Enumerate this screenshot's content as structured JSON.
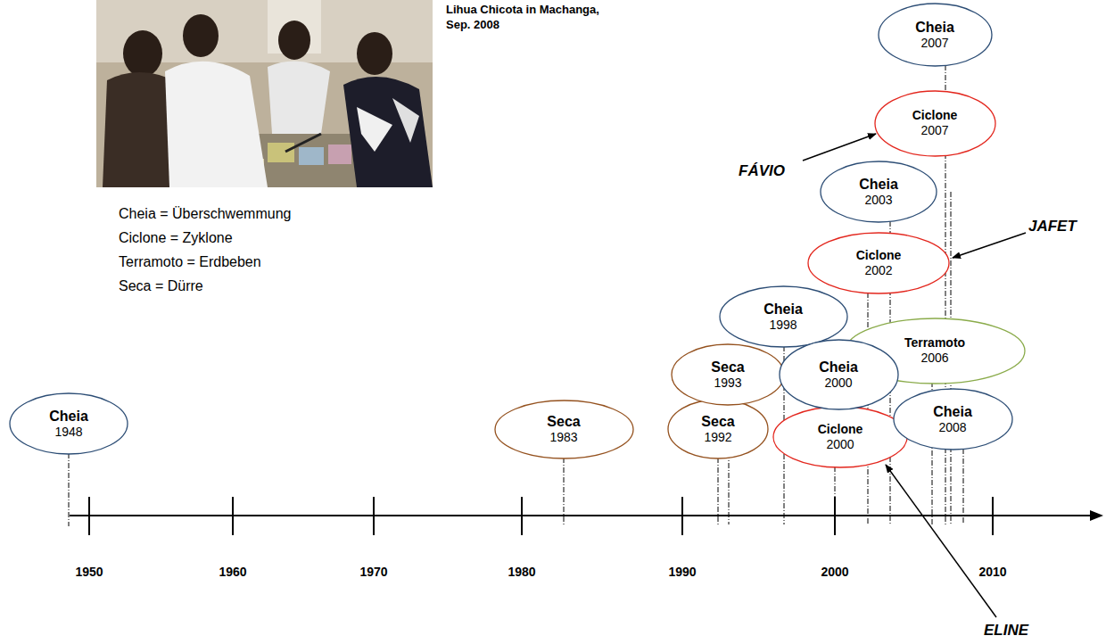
{
  "diagram": {
    "caption": "Lihua Chicota in Machanga, Sep. 2008",
    "nodes": [
      {
        "text": [
          "Cheia",
          "1948"
        ]
      },
      {
        "text": [
          "Seca",
          "1983"
        ]
      },
      {
        "text": [
          "Seca",
          "1992"
        ]
      },
      {
        "text": [
          "Seca",
          "1993"
        ]
      },
      {
        "text": [
          "Cheia",
          "1998"
        ]
      },
      {
        "text": [
          "Cheia",
          "2000"
        ]
      },
      {
        "text": [
          "Ciclone",
          "2000"
        ]
      },
      {
        "text": [
          "Ciclone",
          "2002"
        ]
      },
      {
        "text": [
          "Cheia",
          "2003"
        ]
      },
      {
        "text": [
          "Terramoto",
          "2006"
        ]
      },
      {
        "text": [
          "Ciclone",
          "2007"
        ]
      },
      {
        "text": [
          "Cheia",
          "2007"
        ]
      },
      {
        "text": [
          "Cheia",
          "2008"
        ]
      }
    ],
    "labels": [
      "Cheia = Überschwemmung",
      "Ciclone = Zyklone",
      "Terramoto = Erdbeben",
      "Seca = Dürre",
      "FÁVIO",
      "JAFET",
      "ELINE",
      "1950",
      "1960",
      "1970",
      "1980",
      "1990",
      "2000",
      "2010"
    ]
  }
}
